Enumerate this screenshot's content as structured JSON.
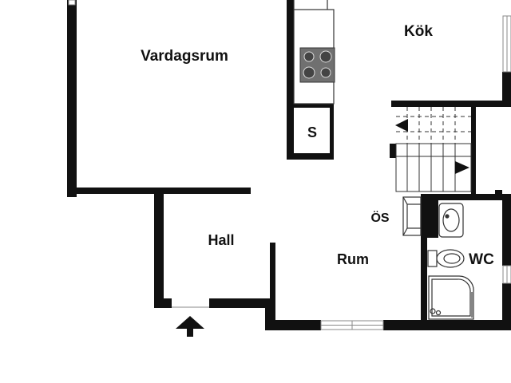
{
  "rooms": {
    "vardagsrum": "Vardagsrum",
    "kok": "Kök",
    "hall": "Hall",
    "rum": "Rum",
    "wc": "WC",
    "s": "S",
    "os": "ÖS"
  },
  "colors": {
    "wall": "#111111",
    "background": "#ffffff",
    "fixture_stroke": "#333333",
    "stove_fill": "#707070",
    "window_frame": "#888888"
  },
  "icons": [
    "entrance-arrow-icon",
    "stair-arrow-down-icon",
    "stair-arrow-up-icon",
    "stove-icon",
    "sink-icon",
    "toilet-icon",
    "shower-icon"
  ]
}
